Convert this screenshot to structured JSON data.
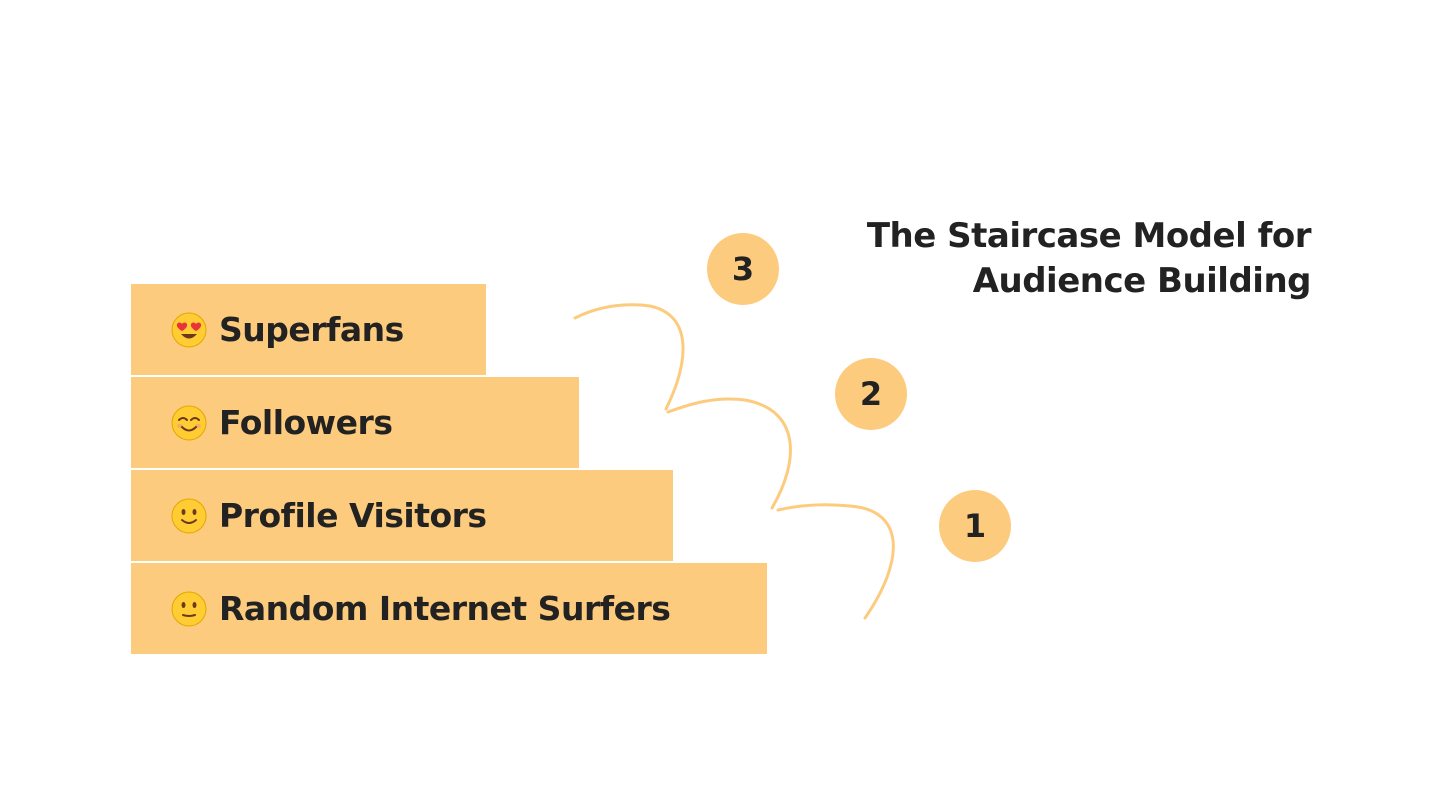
{
  "title": {
    "line1": "The Staircase Model for",
    "line2": "Audience Building"
  },
  "steps": [
    {
      "label": "Superfans",
      "icon": "heart-eyes-emoji-icon"
    },
    {
      "label": "Followers",
      "icon": "smiling-eyes-emoji-icon"
    },
    {
      "label": "Profile Visitors",
      "icon": "slight-smile-emoji-icon"
    },
    {
      "label": "Random Internet Surfers",
      "icon": "neutral-face-emoji-icon"
    }
  ],
  "badges": [
    "3",
    "2",
    "1"
  ],
  "colors": {
    "accent": "#fdcb7e",
    "text": "#222222",
    "arrow": "#fdcb7e",
    "emoji_face": "#ffcc33"
  }
}
